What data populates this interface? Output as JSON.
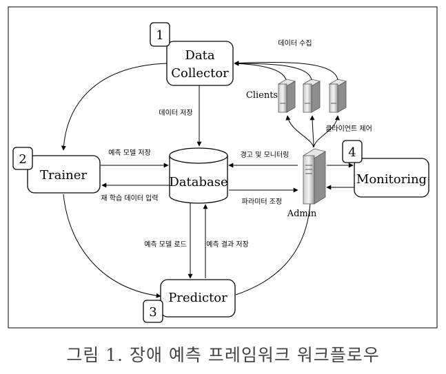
{
  "nodes": {
    "data_collector": {
      "number": "1",
      "line1": "Data",
      "line2": "Collector"
    },
    "trainer": {
      "number": "2",
      "label": "Trainer"
    },
    "predictor": {
      "number": "3",
      "label": "Predictor"
    },
    "monitoring": {
      "number": "4",
      "label": "Monitoring"
    },
    "database": {
      "label": "Database"
    },
    "admin": {
      "label": "Admin"
    },
    "clients": {
      "label": "Clients"
    }
  },
  "edges": {
    "data_collect": "데이터 수집",
    "data_store": "데이터 저장",
    "model_store": "예측 모델 저장",
    "retrain_input": "재 학습 데이터  입력",
    "alert_monitor": "경고 및 모니터링",
    "param_adjust": "파라미터 조정",
    "client_control": "클라이언트 제어",
    "model_load": "예측 모델 로드",
    "result_store": "예측 결과 저장"
  },
  "caption": "그림 1. 장애 예측 프레임워크 워크플로우"
}
